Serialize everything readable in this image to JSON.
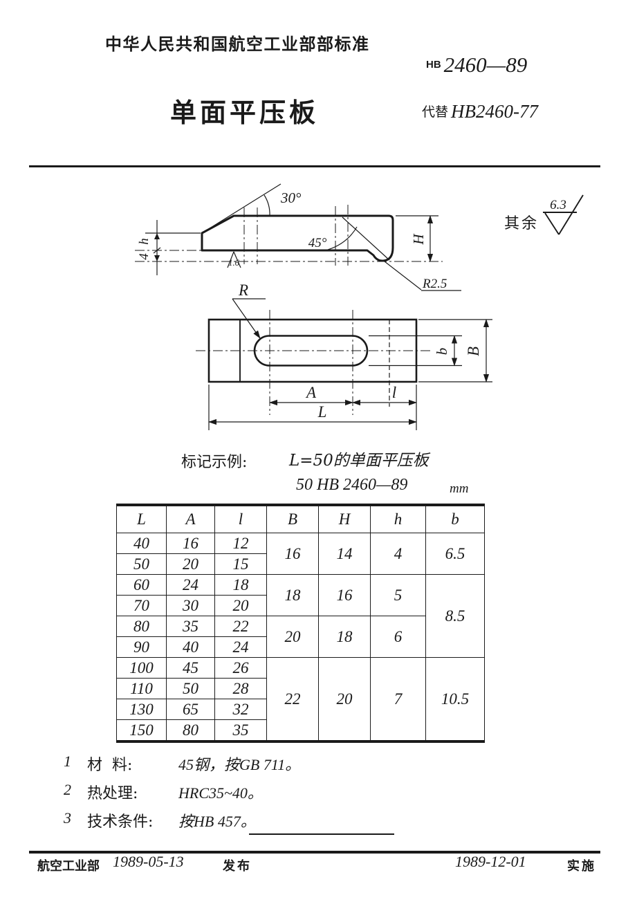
{
  "header": {
    "org": "中华人民共和国航空工业部部标准",
    "std_prefix": "HB",
    "std_no": "2460—89",
    "title": "单面平压板",
    "replaces_label": "代替",
    "replaces_no": "HB2460-77"
  },
  "drawing": {
    "surface_rest_label": "其余",
    "surface_rest_value": "6.3",
    "angle_slope": "30°",
    "angle_chamfer": "45°",
    "roughness_bottom": "1.6",
    "corner_radius": "R2.5",
    "slot_radius_label": "R",
    "dim_h": "h",
    "dim_foot": "4",
    "dim_H": "H",
    "dim_A": "A",
    "dim_l": "l",
    "dim_L": "L",
    "dim_b": "b",
    "dim_B": "B"
  },
  "marking": {
    "label": "标记示例:",
    "line1": "L=50的单面平压板",
    "line2": "50 HB 2460—89"
  },
  "table": {
    "unit": "mm",
    "headers": [
      "L",
      "A",
      "l",
      "B",
      "H",
      "h",
      "b"
    ],
    "rows": [
      {
        "L": "40",
        "A": "16",
        "l": "12"
      },
      {
        "L": "50",
        "A": "20",
        "l": "15"
      },
      {
        "L": "60",
        "A": "24",
        "l": "18"
      },
      {
        "L": "70",
        "A": "30",
        "l": "20"
      },
      {
        "L": "80",
        "A": "35",
        "l": "22"
      },
      {
        "L": "90",
        "A": "40",
        "l": "24"
      },
      {
        "L": "100",
        "A": "45",
        "l": "26"
      },
      {
        "L": "110",
        "A": "50",
        "l": "28"
      },
      {
        "L": "130",
        "A": "65",
        "l": "32"
      },
      {
        "L": "150",
        "A": "80",
        "l": "35"
      }
    ],
    "bhh_groups": [
      {
        "B": "16",
        "H": "14",
        "h": "4"
      },
      {
        "B": "18",
        "H": "16",
        "h": "5"
      },
      {
        "B": "20",
        "H": "18",
        "h": "6"
      },
      {
        "B": "22",
        "H": "20",
        "h": "7"
      }
    ],
    "b_groups": [
      {
        "b": "6.5"
      },
      {
        "b": "8.5"
      },
      {
        "b": "10.5"
      }
    ]
  },
  "notes": [
    {
      "num": "1",
      "label": "材  料:",
      "value": "45钢，按GB 711。"
    },
    {
      "num": "2",
      "label": "热处理:",
      "value": "HRC35~40。"
    },
    {
      "num": "3",
      "label": "技术条件:",
      "value": "按HB 457。"
    }
  ],
  "footer": {
    "org": "航空工业部",
    "issue_date": "1989-05-13",
    "issue_label": "发布",
    "impl_date": "1989-12-01",
    "impl_label": "实施"
  }
}
